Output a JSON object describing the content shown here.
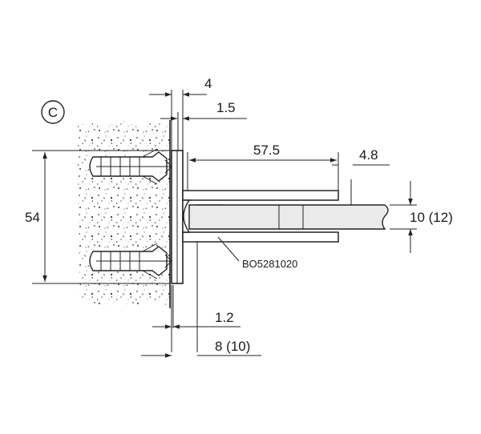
{
  "view_label": "C",
  "dimensions": {
    "top_4": "4",
    "top_1_5": "1.5",
    "depth_57_5": "57.5",
    "gap_4_8": "4.8",
    "glass_thickness": "10 (12)",
    "height_54": "54",
    "bottom_1_2": "1.2",
    "bottom_8": "8 (10)"
  },
  "part_number": "BO5281020"
}
